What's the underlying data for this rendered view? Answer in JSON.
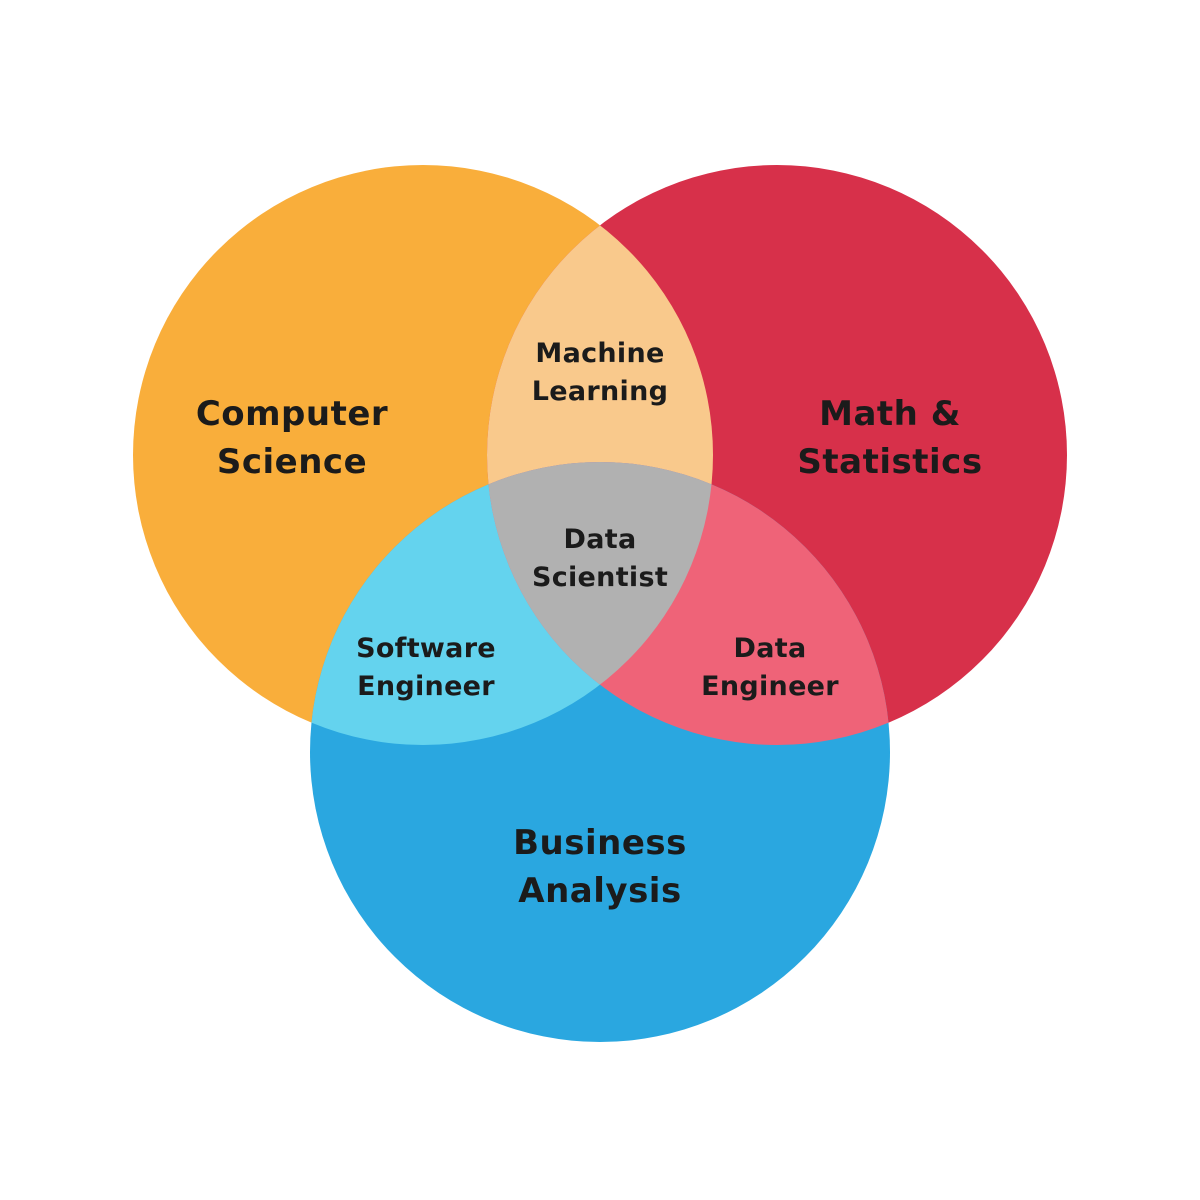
{
  "diagram": {
    "type": "venn",
    "background_color": "#ffffff",
    "text_color": "#1b1b1b",
    "sets": [
      {
        "id": "computer-science",
        "label": "Computer\nScience",
        "color": "#F9AE3B"
      },
      {
        "id": "math-statistics",
        "label": "Math &\nStatistics",
        "color": "#D7304A"
      },
      {
        "id": "business-analysis",
        "label": "Business\nAnalysis",
        "color": "#2AA7E0"
      }
    ],
    "intersections": [
      {
        "id": "machine-learning",
        "label": "Machine\nLearning",
        "between": [
          "computer-science",
          "math-statistics"
        ],
        "color": "#F9C98C"
      },
      {
        "id": "software-engineer",
        "label": "Software\nEngineer",
        "between": [
          "computer-science",
          "business-analysis"
        ],
        "color": "#64D3EE"
      },
      {
        "id": "data-engineer",
        "label": "Data\nEngineer",
        "between": [
          "math-statistics",
          "business-analysis"
        ],
        "color": "#EF6378"
      },
      {
        "id": "data-scientist",
        "label": "Data\nScientist",
        "between": [
          "computer-science",
          "math-statistics",
          "business-analysis"
        ],
        "color": "#B1B1B1"
      }
    ]
  }
}
